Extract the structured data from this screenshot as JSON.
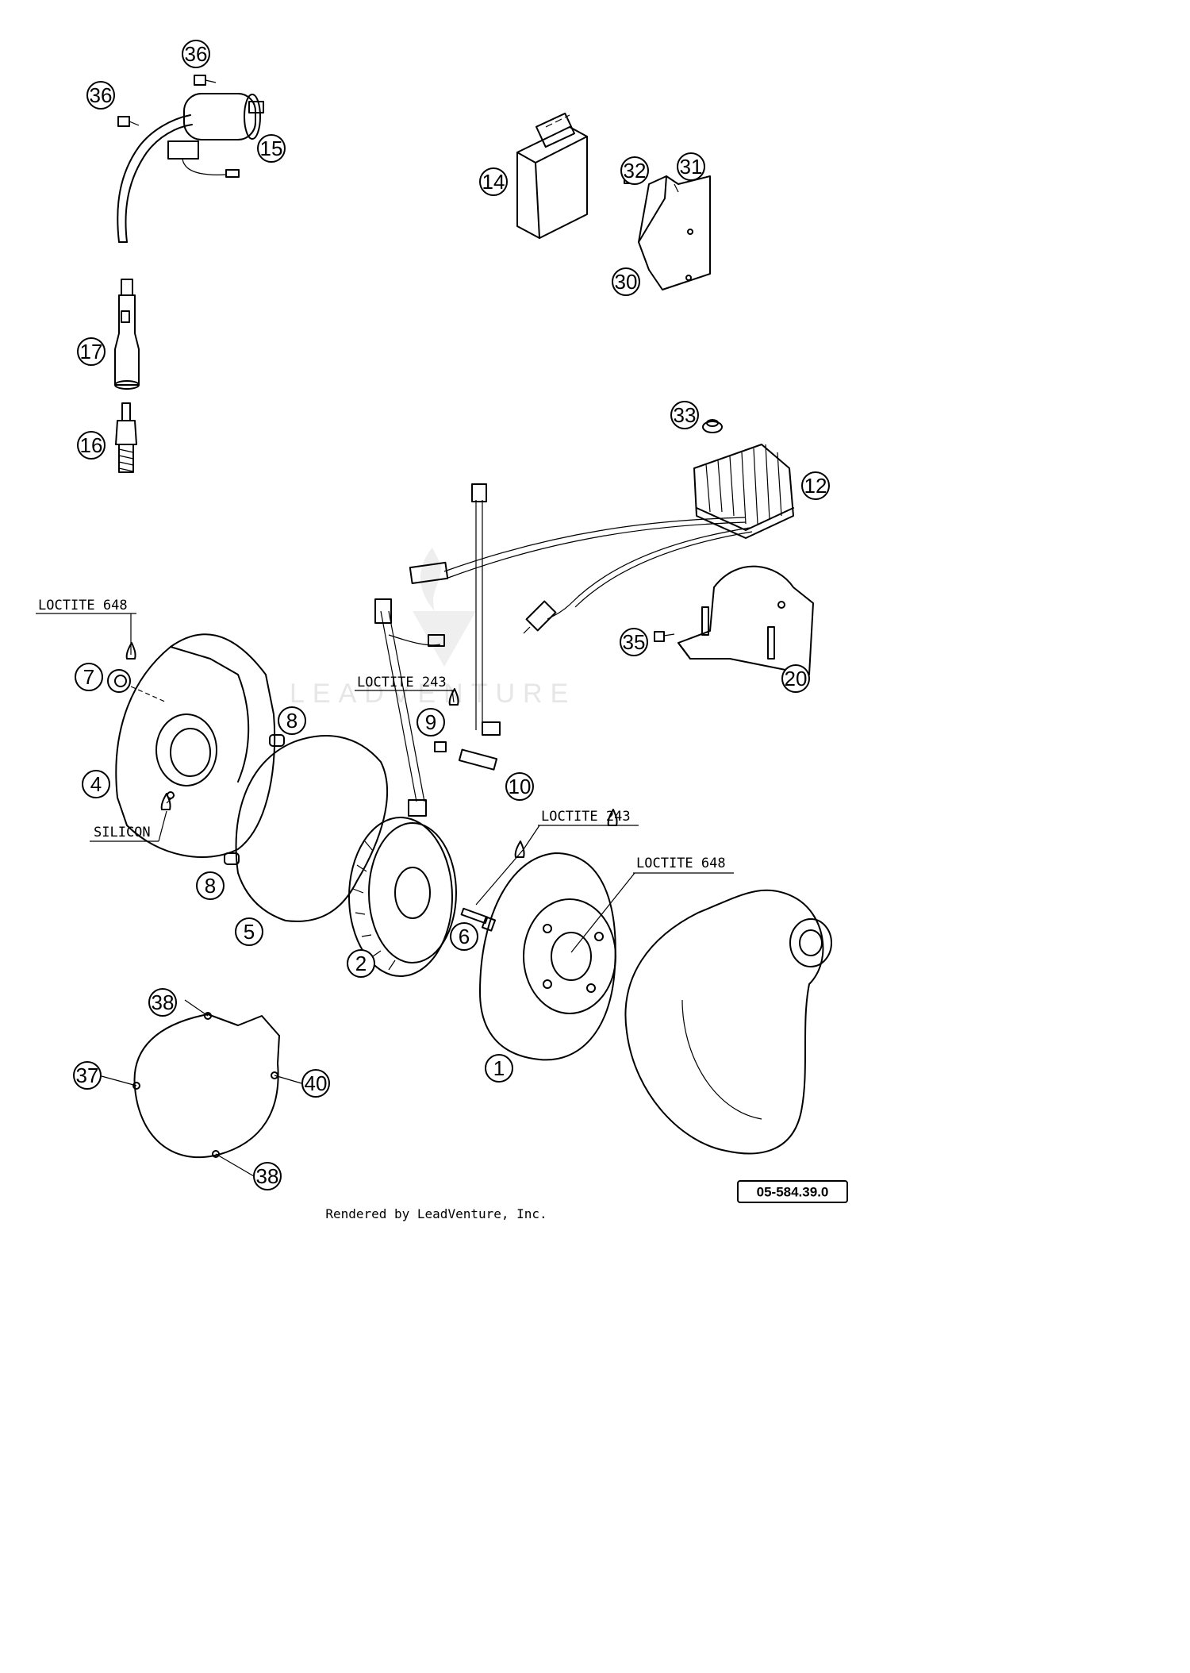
{
  "callouts": [
    {
      "id": "c36a",
      "label": "36"
    },
    {
      "id": "c36b",
      "label": "36"
    },
    {
      "id": "c15",
      "label": "15"
    },
    {
      "id": "c14",
      "label": "14"
    },
    {
      "id": "c32",
      "label": "32"
    },
    {
      "id": "c31",
      "label": "31"
    },
    {
      "id": "c30",
      "label": "30"
    },
    {
      "id": "c17",
      "label": "17"
    },
    {
      "id": "c16",
      "label": "16"
    },
    {
      "id": "c33",
      "label": "33"
    },
    {
      "id": "c12",
      "label": "12"
    },
    {
      "id": "c35",
      "label": "35"
    },
    {
      "id": "c20",
      "label": "20"
    },
    {
      "id": "c7",
      "label": "7"
    },
    {
      "id": "c8a",
      "label": "8"
    },
    {
      "id": "c4",
      "label": "4"
    },
    {
      "id": "c9",
      "label": "9"
    },
    {
      "id": "c10",
      "label": "10"
    },
    {
      "id": "c8b",
      "label": "8"
    },
    {
      "id": "c5",
      "label": "5"
    },
    {
      "id": "c2",
      "label": "2"
    },
    {
      "id": "c6",
      "label": "6"
    },
    {
      "id": "c1",
      "label": "1"
    },
    {
      "id": "c38a",
      "label": "38"
    },
    {
      "id": "c37",
      "label": "37"
    },
    {
      "id": "c40",
      "label": "40"
    },
    {
      "id": "c38b",
      "label": "38"
    }
  ],
  "notes": {
    "loctite_648_top": "LOCTITE 648",
    "loctite_243_top": "LOCTITE 243",
    "loctite_243_bottom": "LOCTITE 243",
    "loctite_648_bottom": "LOCTITE 648",
    "silicon": "SILICON"
  },
  "figure_ref": "05-584.39.0",
  "watermark": "LEADVENTURE",
  "footer": "Rendered by LeadVenture, Inc."
}
